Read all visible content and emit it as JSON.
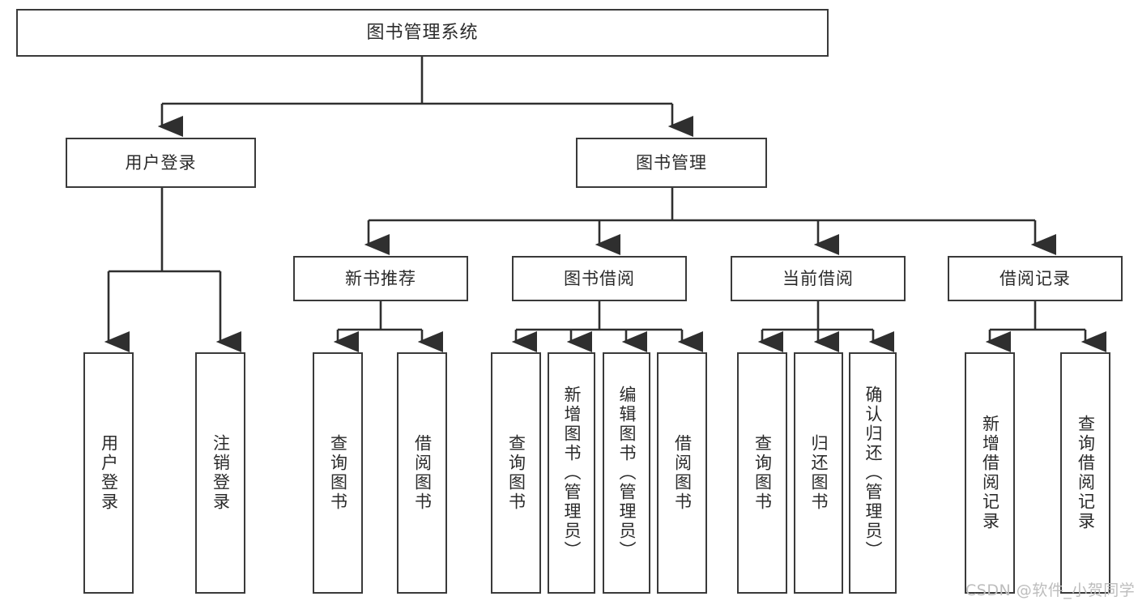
{
  "diagram": {
    "title": "图书管理系统",
    "root": {
      "label": "图书管理系统"
    },
    "level2": [
      {
        "label": "用户登录"
      },
      {
        "label": "图书管理"
      }
    ],
    "level3": [
      {
        "label": "新书推荐"
      },
      {
        "label": "图书借阅"
      },
      {
        "label": "当前借阅"
      },
      {
        "label": "借阅记录"
      }
    ],
    "leaves": {
      "user_login": [
        {
          "label": "用户登录"
        },
        {
          "label": "注销登录"
        }
      ],
      "new_book_recommend": [
        {
          "label": "查询图书"
        },
        {
          "label": "借阅图书"
        }
      ],
      "book_borrow": [
        {
          "label": "查询图书"
        },
        {
          "label": "新增图书（管理员）"
        },
        {
          "label": "编辑图书（管理员）"
        },
        {
          "label": "借阅图书"
        }
      ],
      "current_borrow": [
        {
          "label": "查询图书"
        },
        {
          "label": "归还图书"
        },
        {
          "label": "确认归还（管理员）"
        }
      ],
      "borrow_record": [
        {
          "label": "新增借阅记录"
        },
        {
          "label": "查询借阅记录"
        }
      ]
    }
  },
  "watermark": {
    "text": "CSDN @软件_小贺同学"
  },
  "colors": {
    "border": "#3a3a3a",
    "background": "#ffffff",
    "text": "#2b2b2b",
    "watermark": "#bdbdbd"
  }
}
